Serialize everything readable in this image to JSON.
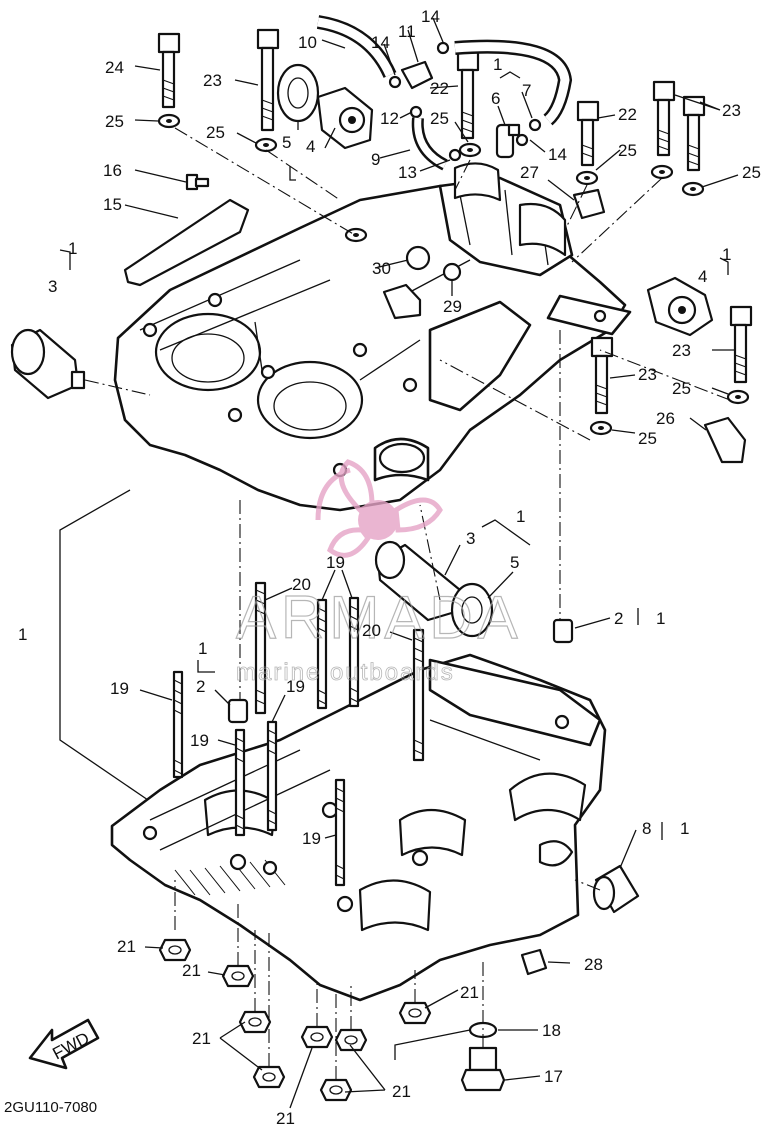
{
  "diagram_code": "2GU110-7080",
  "fwd_label": "FWD",
  "watermark": {
    "name": "ARMADA",
    "tagline": "marine outboards",
    "color": "#e5a3c6"
  },
  "callouts": {
    "c1a": "1",
    "c1b": "1",
    "c1c": "1",
    "c1d": "1",
    "c1e": "1",
    "c1f": "1",
    "c1g": "1",
    "c1h": "1",
    "c1i": "1",
    "c2a": "2",
    "c2b": "2",
    "c3a": "3",
    "c3b": "3",
    "c4a": "4",
    "c4b": "4",
    "c5a": "5",
    "c5b": "5",
    "c6": "6",
    "c7": "7",
    "c8": "8",
    "c9": "9",
    "c10": "10",
    "c11": "11",
    "c12": "12",
    "c13": "13",
    "c14a": "14",
    "c14b": "14",
    "c14c": "14",
    "c15": "15",
    "c16": "16",
    "c17": "17",
    "c18": "18",
    "c19a": "19",
    "c19b": "19",
    "c19c": "19",
    "c19d": "19",
    "c19e": "19",
    "c20a": "20",
    "c20b": "20",
    "c21a": "21",
    "c21b": "21",
    "c21c": "21",
    "c21d": "21",
    "c21e": "21",
    "c21f": "21",
    "c22a": "22",
    "c22b": "22",
    "c23a": "23",
    "c23b": "23",
    "c23c": "23",
    "c23d": "23",
    "c24": "24",
    "c25a": "25",
    "c25b": "25",
    "c25c": "25",
    "c25d": "25",
    "c25e": "25",
    "c25f": "25",
    "c25g": "25",
    "c26": "26",
    "c27": "27",
    "c28": "28",
    "c29": "29",
    "c30": "30"
  }
}
